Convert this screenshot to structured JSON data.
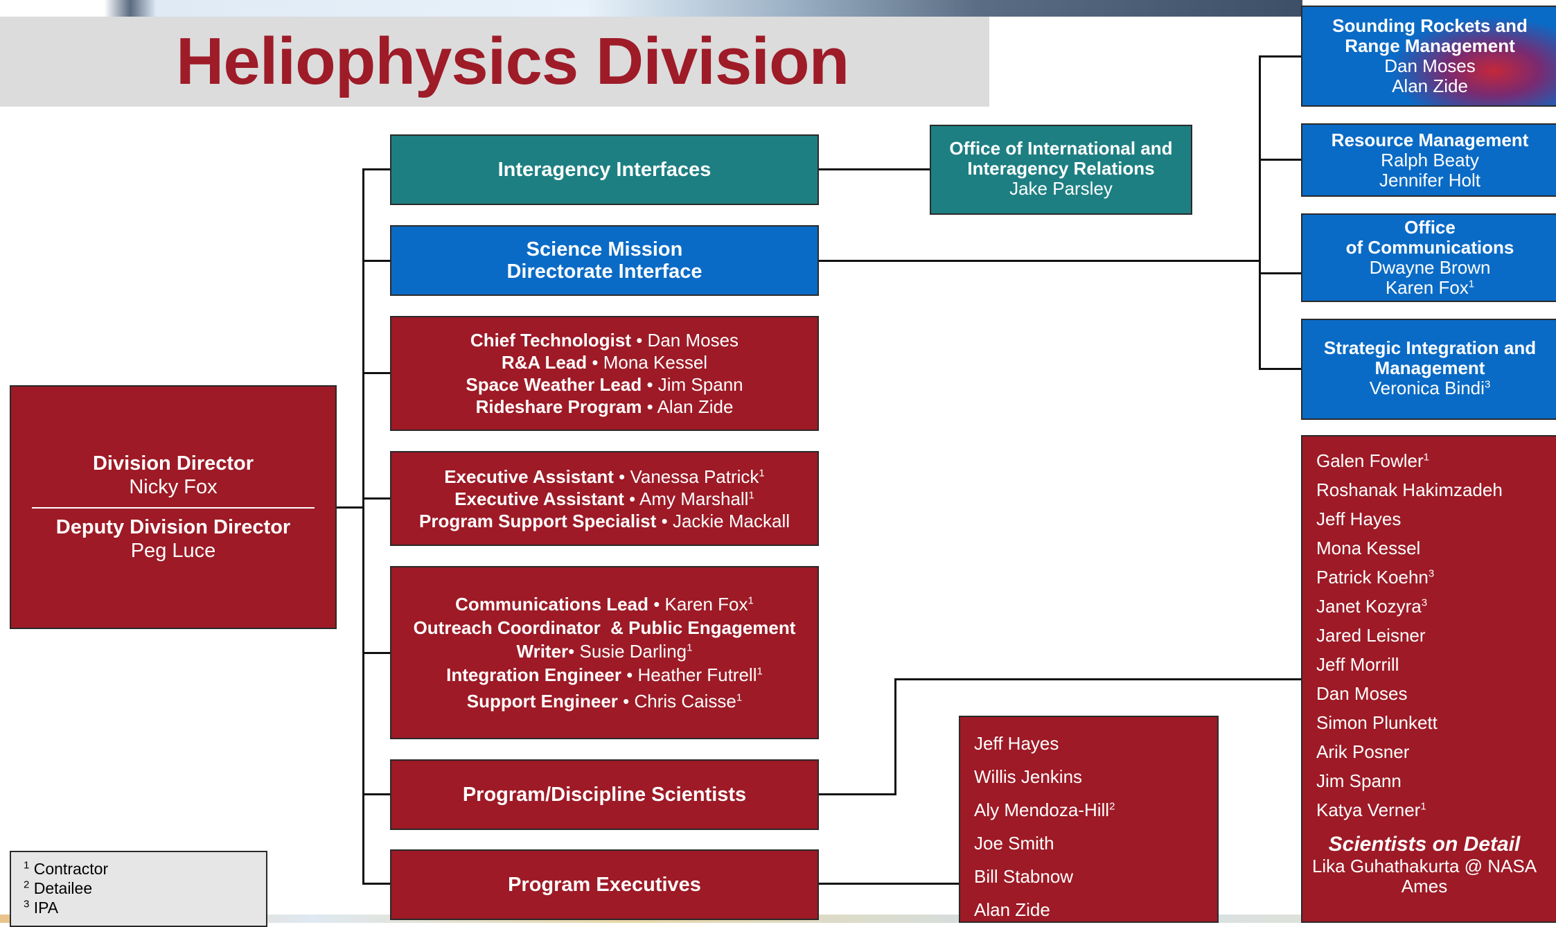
{
  "title": "Heliophysics Division",
  "director": {
    "title1": "Division Director",
    "name1": "Nicky Fox",
    "title2": "Deputy Division Director",
    "name2": "Peg Luce"
  },
  "interagency": {
    "label": "Interagency Interfaces"
  },
  "smd": {
    "line1": "Science Mission",
    "line2": "Directorate Interface"
  },
  "leads": [
    {
      "role": "Chief Technologist",
      "name": " • Dan Moses"
    },
    {
      "role": "R&A Lead",
      "name": " • Mona Kessel"
    },
    {
      "role": "Space Weather Lead",
      "name": " • Jim Spann"
    },
    {
      "role": "Rideshare Program",
      "name": " • Alan Zide"
    }
  ],
  "assistants": [
    {
      "role": "Executive Assistant",
      "name": " • Vanessa Patrick",
      "sup": "1"
    },
    {
      "role": "Executive Assistant",
      "name": " • Amy Marshall",
      "sup": "1"
    },
    {
      "role": "Program Support Specialist",
      "name": " • Jackie Mackall",
      "sup": ""
    }
  ],
  "comms_staff": {
    "l1_role": "Communications Lead",
    "l1_name": " • Karen Fox",
    "l1_sup": "1",
    "l2_role": "Outreach Coordinator  & Public Engagement",
    "l3_role": "Writer",
    "l3_name": "• Susie Darling",
    "l3_sup": "1",
    "l4_role": "Integration Engineer",
    "l4_name": " • Heather Futrell",
    "l4_sup": "1",
    "l5_role": "Support Engineer",
    "l5_name": " • Chris Caisse",
    "l5_sup": "1"
  },
  "program_scientists": {
    "label": "Program/Discipline Scientists"
  },
  "program_executives": {
    "label": "Program Executives"
  },
  "intl_office": {
    "line1": "Office of International and",
    "line2": "Interagency Relations",
    "name": "Jake Parsley"
  },
  "sounding": {
    "line1": "Sounding Rockets and",
    "line2": "Range Management",
    "name1": "Dan Moses",
    "name2": "Alan Zide"
  },
  "resource": {
    "line1": "Resource Management",
    "name1": "Ralph Beaty",
    "name2": "Jennifer Holt"
  },
  "comms_office": {
    "line1": "Office",
    "line2": "of Communications",
    "name1": "Dwayne Brown",
    "name2": "Karen Fox",
    "sup": "1"
  },
  "strategic": {
    "line1": "Strategic Integration and",
    "line2": "Management",
    "name": "Veronica Bindi",
    "sup": "3"
  },
  "executives_list": [
    {
      "name": "Jeff Hayes",
      "sup": ""
    },
    {
      "name": "Willis Jenkins",
      "sup": ""
    },
    {
      "name": "Aly Mendoza-Hill",
      "sup": "2"
    },
    {
      "name": "Joe Smith",
      "sup": ""
    },
    {
      "name": "Bill Stabnow",
      "sup": ""
    },
    {
      "name": "Alan Zide",
      "sup": ""
    }
  ],
  "scientists_list": [
    {
      "name": "Galen Fowler",
      "sup": "1"
    },
    {
      "name": "Roshanak Hakimzadeh",
      "sup": ""
    },
    {
      "name": "Jeff Hayes",
      "sup": ""
    },
    {
      "name": "Mona Kessel",
      "sup": ""
    },
    {
      "name": "Patrick Koehn",
      "sup": "3"
    },
    {
      "name": "Janet Kozyra",
      "sup": "3"
    },
    {
      "name": "Jared Leisner",
      "sup": ""
    },
    {
      "name": "Jeff Morrill",
      "sup": ""
    },
    {
      "name": "Dan Moses",
      "sup": ""
    },
    {
      "name": "Simon Plunkett",
      "sup": ""
    },
    {
      "name": "Arik Posner",
      "sup": ""
    },
    {
      "name": "Jim Spann",
      "sup": ""
    },
    {
      "name": "Katya Verner",
      "sup": "1"
    }
  ],
  "detail": {
    "heading": "Scientists on Detail",
    "line1": "Lika Guhathakurta @ NASA",
    "line2": "Ames"
  },
  "legend": [
    {
      "sup": "1",
      "text": "Contractor"
    },
    {
      "sup": "2",
      "text": "Detailee"
    },
    {
      "sup": "3",
      "text": "IPA"
    }
  ],
  "colors": {
    "red": "#9d1a26",
    "teal": "#1e7f82",
    "blue": "#0a6bc6",
    "title": "#9e1b28"
  }
}
